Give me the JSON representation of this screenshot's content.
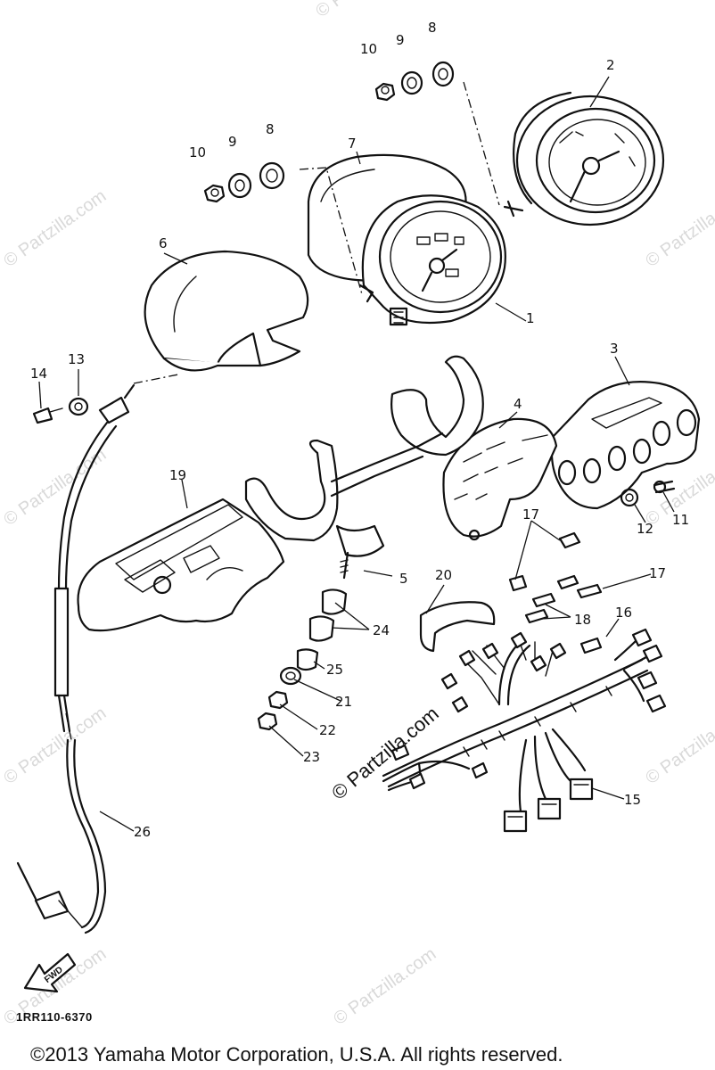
{
  "diagram": {
    "part_numbers": [
      "1",
      "2",
      "3",
      "4",
      "5",
      "6",
      "7",
      "8",
      "8",
      "9",
      "9",
      "10",
      "10",
      "11",
      "12",
      "13",
      "14",
      "15",
      "16",
      "17",
      "17",
      "18",
      "19",
      "20",
      "21",
      "22",
      "23",
      "24",
      "25",
      "26"
    ],
    "diagram_code": "1RR110-6370",
    "direction_label": "FWD",
    "watermark_text": "© Partzilla.com",
    "copyright": "©2013 Yamaha Motor Corporation, U.S.A. All rights reserved."
  }
}
